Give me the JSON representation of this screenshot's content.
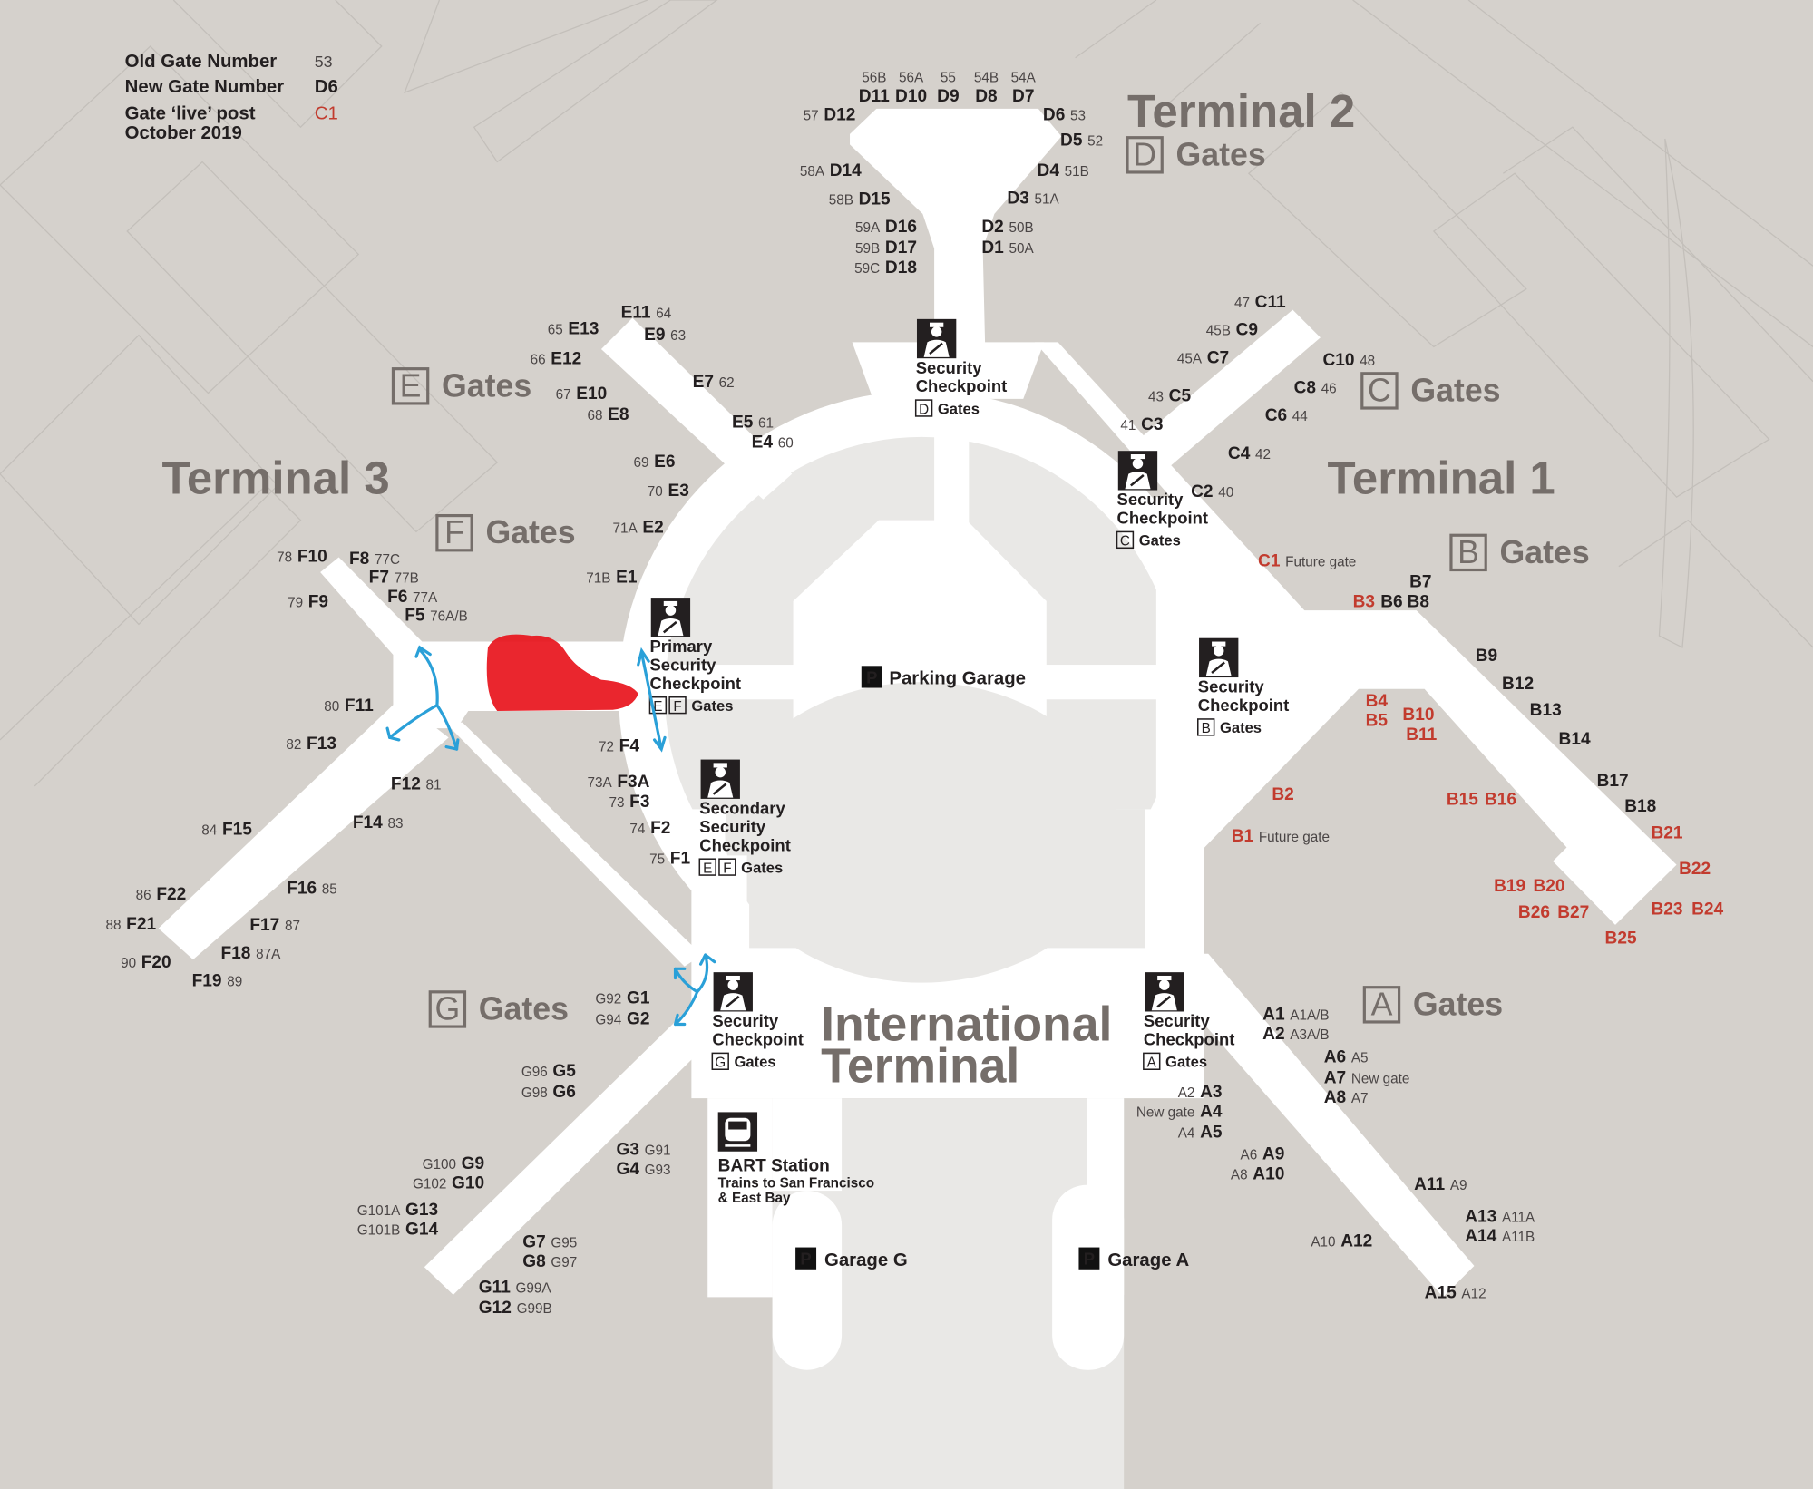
{
  "legend": {
    "old_label": "Old Gate Number",
    "old_example": "53",
    "new_label": "New Gate Number",
    "new_example": "D6",
    "live_label_1": "Gate ‘live’ post",
    "live_label_2": "October 2019",
    "live_example": "C1"
  },
  "colors": {
    "background": "#d5d1cc",
    "concourse": "#ffffff",
    "live": "#c23b2e",
    "annotation_arrow": "#2aa0d8",
    "annotation_mark": "#e8141c"
  },
  "terminals": {
    "t1": "Terminal 1",
    "t2": "Terminal 2",
    "t3": "Terminal 3",
    "intl_1": "International",
    "intl_2": "Terminal"
  },
  "gate_areas": {
    "word": "Gates",
    "letters": {
      "A": "A",
      "B": "B",
      "C": "C",
      "D": "D",
      "E": "E",
      "F": "F",
      "G": "G"
    }
  },
  "checkpoints": {
    "d": {
      "lines": [
        "Security",
        "Checkpoint"
      ],
      "letters": [
        "D"
      ],
      "gates": "Gates"
    },
    "c": {
      "lines": [
        "Security",
        "Checkpoint"
      ],
      "letters": [
        "C"
      ],
      "gates": "Gates"
    },
    "b": {
      "lines": [
        "Security",
        "Checkpoint"
      ],
      "letters": [
        "B"
      ],
      "gates": "Gates"
    },
    "primary": {
      "lines": [
        "Primary",
        "Security",
        "Checkpoint"
      ],
      "letters": [
        "E",
        "F"
      ],
      "gates": "Gates"
    },
    "secondary": {
      "lines": [
        "Secondary",
        "Security",
        "Checkpoint"
      ],
      "letters": [
        "E",
        "F"
      ],
      "gates": "Gates"
    },
    "g": {
      "lines": [
        "Security",
        "Checkpoint"
      ],
      "letters": [
        "G"
      ],
      "gates": "Gates"
    },
    "a": {
      "lines": [
        "Security",
        "Checkpoint"
      ],
      "letters": [
        "A"
      ],
      "gates": "Gates"
    }
  },
  "parking": {
    "p": "P",
    "garage": "Parking Garage",
    "garage_g": "Garage G",
    "garage_a": "Garage A"
  },
  "bart": {
    "title": "BART Station",
    "line1": "Trains to San Francisco",
    "line2": "& East Bay"
  },
  "gates": [
    {
      "new": "D11",
      "old": "56B"
    },
    {
      "new": "D10",
      "old": "56A"
    },
    {
      "new": "D9",
      "old": "55"
    },
    {
      "new": "D8",
      "old": "54B"
    },
    {
      "new": "D7",
      "old": "54A"
    },
    {
      "new": "D12",
      "old": "57"
    },
    {
      "new": "D6",
      "old": "53"
    },
    {
      "new": "D5",
      "old": "52"
    },
    {
      "new": "D4",
      "old": "51B"
    },
    {
      "new": "D3",
      "old": "51A"
    },
    {
      "new": "D2",
      "old": "50B"
    },
    {
      "new": "D1",
      "old": "50A"
    },
    {
      "new": "D14",
      "old": "58A"
    },
    {
      "new": "D15",
      "old": "58B"
    },
    {
      "new": "D16",
      "old": "59A"
    },
    {
      "new": "D17",
      "old": "59B"
    },
    {
      "new": "D18",
      "old": "59C"
    },
    {
      "new": "E13",
      "old": "65"
    },
    {
      "new": "E11",
      "old": "64"
    },
    {
      "new": "E9",
      "old": "63"
    },
    {
      "new": "E12",
      "old": "66"
    },
    {
      "new": "E7",
      "old": "62"
    },
    {
      "new": "E10",
      "old": "67"
    },
    {
      "new": "E8",
      "old": "68"
    },
    {
      "new": "E5",
      "old": "61"
    },
    {
      "new": "E4",
      "old": "60"
    },
    {
      "new": "E6",
      "old": "69"
    },
    {
      "new": "E3",
      "old": "70"
    },
    {
      "new": "E2",
      "old": "71A"
    },
    {
      "new": "E1",
      "old": "71B"
    },
    {
      "new": "F10",
      "old": "78"
    },
    {
      "new": "F8",
      "old": "77C"
    },
    {
      "new": "F7",
      "old": "77B"
    },
    {
      "new": "F6",
      "old": "77A"
    },
    {
      "new": "F5",
      "old": "76A/B"
    },
    {
      "new": "F9",
      "old": "79"
    },
    {
      "new": "F11",
      "old": "80"
    },
    {
      "new": "F13",
      "old": "82"
    },
    {
      "new": "F12",
      "old": "81"
    },
    {
      "new": "F14",
      "old": "83"
    },
    {
      "new": "F15",
      "old": "84"
    },
    {
      "new": "F16",
      "old": "85"
    },
    {
      "new": "F22",
      "old": "86"
    },
    {
      "new": "F21",
      "old": "88"
    },
    {
      "new": "F17",
      "old": "87"
    },
    {
      "new": "F18",
      "old": "87A"
    },
    {
      "new": "F20",
      "old": "90"
    },
    {
      "new": "F19",
      "old": "89"
    },
    {
      "new": "F4",
      "old": "72"
    },
    {
      "new": "F3A",
      "old": "73A"
    },
    {
      "new": "F3",
      "old": "73"
    },
    {
      "new": "F2",
      "old": "74"
    },
    {
      "new": "F1",
      "old": "75"
    },
    {
      "new": "G1",
      "old": "G92"
    },
    {
      "new": "G2",
      "old": "G94"
    },
    {
      "new": "G5",
      "old": "G96"
    },
    {
      "new": "G6",
      "old": "G98"
    },
    {
      "new": "G3",
      "old": "G91"
    },
    {
      "new": "G4",
      "old": "G93"
    },
    {
      "new": "G9",
      "old": "G100"
    },
    {
      "new": "G10",
      "old": "G102"
    },
    {
      "new": "G13",
      "old": "G101A"
    },
    {
      "new": "G14",
      "old": "G101B"
    },
    {
      "new": "G7",
      "old": "G95"
    },
    {
      "new": "G8",
      "old": "G97"
    },
    {
      "new": "G11",
      "old": "G99A"
    },
    {
      "new": "G12",
      "old": "G99B"
    },
    {
      "new": "C11",
      "old": "47"
    },
    {
      "new": "C9",
      "old": "45B"
    },
    {
      "new": "C7",
      "old": "45A"
    },
    {
      "new": "C10",
      "old": "48"
    },
    {
      "new": "C8",
      "old": "46"
    },
    {
      "new": "C5",
      "old": "43"
    },
    {
      "new": "C6",
      "old": "44"
    },
    {
      "new": "C3",
      "old": "41"
    },
    {
      "new": "C4",
      "old": "42"
    },
    {
      "new": "C2",
      "old": "40"
    },
    {
      "new": "C1",
      "old": "Future gate",
      "live": true
    },
    {
      "new": "B7",
      "old": ""
    },
    {
      "new": "B3",
      "old": "",
      "live": true
    },
    {
      "new": "B6",
      "old": ""
    },
    {
      "new": "B8",
      "old": ""
    },
    {
      "new": "B9",
      "old": ""
    },
    {
      "new": "B12",
      "old": ""
    },
    {
      "new": "B13",
      "old": ""
    },
    {
      "new": "B14",
      "old": ""
    },
    {
      "new": "B17",
      "old": ""
    },
    {
      "new": "B18",
      "old": ""
    },
    {
      "new": "B21",
      "old": "",
      "live": true
    },
    {
      "new": "B22",
      "old": "",
      "live": true
    },
    {
      "new": "B23",
      "old": "",
      "live": true
    },
    {
      "new": "B24",
      "old": "",
      "live": true
    },
    {
      "new": "B25",
      "old": "",
      "live": true
    },
    {
      "new": "B19",
      "old": "",
      "live": true
    },
    {
      "new": "B20",
      "old": "",
      "live": true
    },
    {
      "new": "B26",
      "old": "",
      "live": true
    },
    {
      "new": "B27",
      "old": "",
      "live": true
    },
    {
      "new": "B15",
      "old": "",
      "live": true
    },
    {
      "new": "B16",
      "old": "",
      "live": true
    },
    {
      "new": "B4",
      "old": "",
      "live": true
    },
    {
      "new": "B5",
      "old": "",
      "live": true
    },
    {
      "new": "B10",
      "old": "",
      "live": true
    },
    {
      "new": "B11",
      "old": "",
      "live": true
    },
    {
      "new": "B2",
      "old": "",
      "live": true
    },
    {
      "new": "B1",
      "old": "Future gate",
      "live": true
    },
    {
      "new": "A1",
      "old": "A1A/B"
    },
    {
      "new": "A2",
      "old": "A3A/B"
    },
    {
      "new": "A6",
      "old": "A5"
    },
    {
      "new": "A7",
      "old": "New gate"
    },
    {
      "new": "A8",
      "old": "A7"
    },
    {
      "new": "A3",
      "old": "A2"
    },
    {
      "new": "A4",
      "old": "New gate"
    },
    {
      "new": "A5",
      "old": "A4"
    },
    {
      "new": "A9",
      "old": "A6"
    },
    {
      "new": "A10",
      "old": "A8"
    },
    {
      "new": "A11",
      "old": "A9"
    },
    {
      "new": "A13",
      "old": "A11A"
    },
    {
      "new": "A14",
      "old": "A11B"
    },
    {
      "new": "A12",
      "old": "A10"
    },
    {
      "new": "A15",
      "old": "A12"
    }
  ]
}
